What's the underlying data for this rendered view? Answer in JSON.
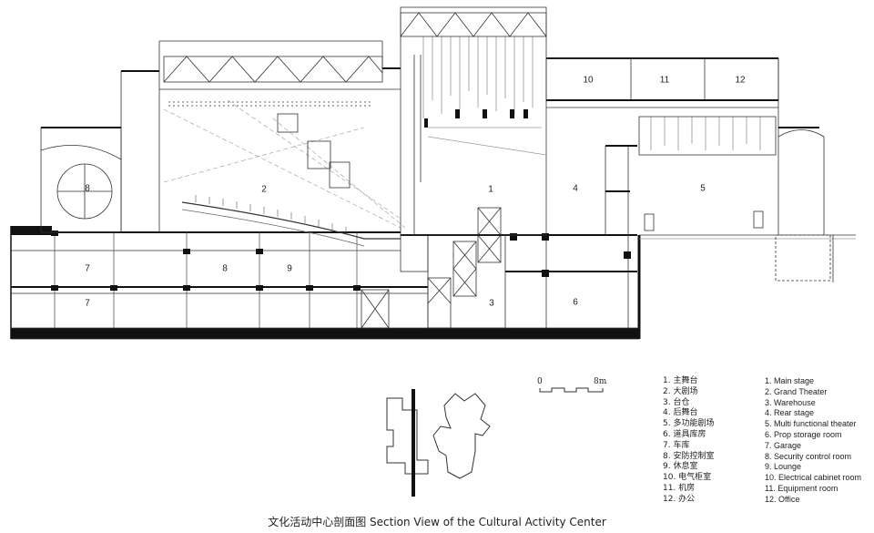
{
  "section_labels": {
    "r1": "1",
    "r2": "2",
    "r3": "3",
    "r4": "4",
    "r5": "5",
    "r6": "6",
    "r7a": "7",
    "r7b": "7",
    "r8a": "8",
    "r8b": "8",
    "r9": "9",
    "r10": "10",
    "r11": "11",
    "r12": "12"
  },
  "legend_cn": [
    "1. 主舞台",
    "2. 大剧场",
    "3. 台仓",
    "4. 后舞台",
    "5. 多功能剧场",
    "6. 道具库房",
    "7. 车库",
    "8. 安防控制室",
    "9. 休息室",
    "10. 电气柜室",
    "11. 机房",
    "12. 办公"
  ],
  "legend_en": [
    "1. Main stage",
    "2. Grand Theater",
    "3. Warehouse",
    "4. Rear stage",
    "5. Multi functional theater",
    "6. Prop storage room",
    "7. Garage",
    "8. Security control room",
    "9. Lounge",
    "10. Electrical cabinet room",
    "11. Equipment room",
    "12. Office"
  ],
  "scale": {
    "start": "0",
    "end": "8m"
  },
  "caption": "文化活动中心剖面图 Section View of the Cultural Activity Center",
  "colors": {
    "line": "#333333",
    "poche": "#111111",
    "light": "#9a9a9a"
  }
}
